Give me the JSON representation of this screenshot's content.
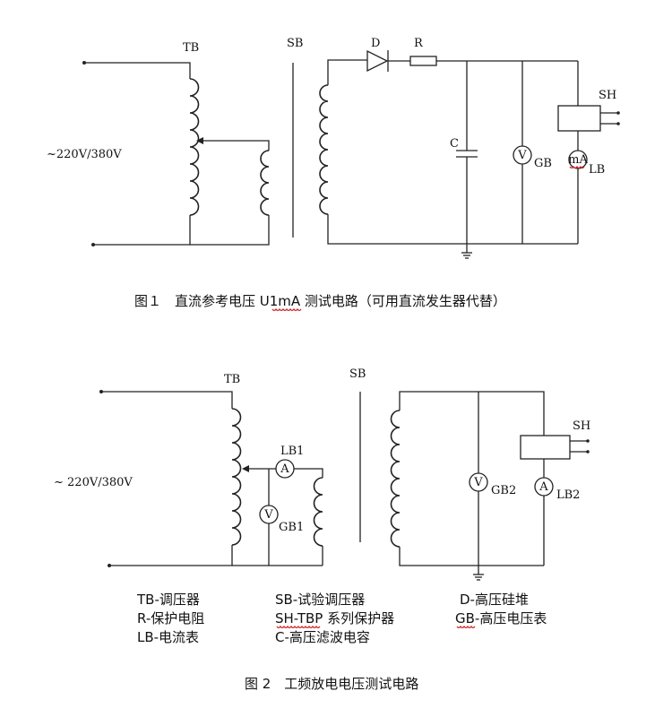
{
  "fig1": {
    "labels": {
      "tb": "TB",
      "sb": "SB",
      "d": "D",
      "r": "R",
      "c": "C",
      "gb": "GB",
      "lb": "LB",
      "sh": "SH",
      "supply": "~220V/380V",
      "v": "V",
      "ma": "mA"
    },
    "caption": "图１　直流参考电压 U1mA 测试电路（可用直流发生器代替）"
  },
  "fig2": {
    "labels": {
      "tb": "TB",
      "sb": "SB",
      "sh": "SH",
      "lb1": "LB1",
      "gb1": "GB1",
      "gb2": "GB2",
      "lb2": "LB2",
      "supply": "~ 220V/380V",
      "a": "A",
      "v": "V"
    },
    "legend": [
      [
        "TB-调压器",
        "SB-试验调压器",
        "D-高压硅堆"
      ],
      [
        "R-保护电阻",
        "SH-TBP 系列保护器",
        "GB-高压电压表"
      ],
      [
        "LB-电流表",
        "C-高压滤波电容",
        ""
      ]
    ],
    "caption": "图 2　工频放电电压测试电路"
  }
}
